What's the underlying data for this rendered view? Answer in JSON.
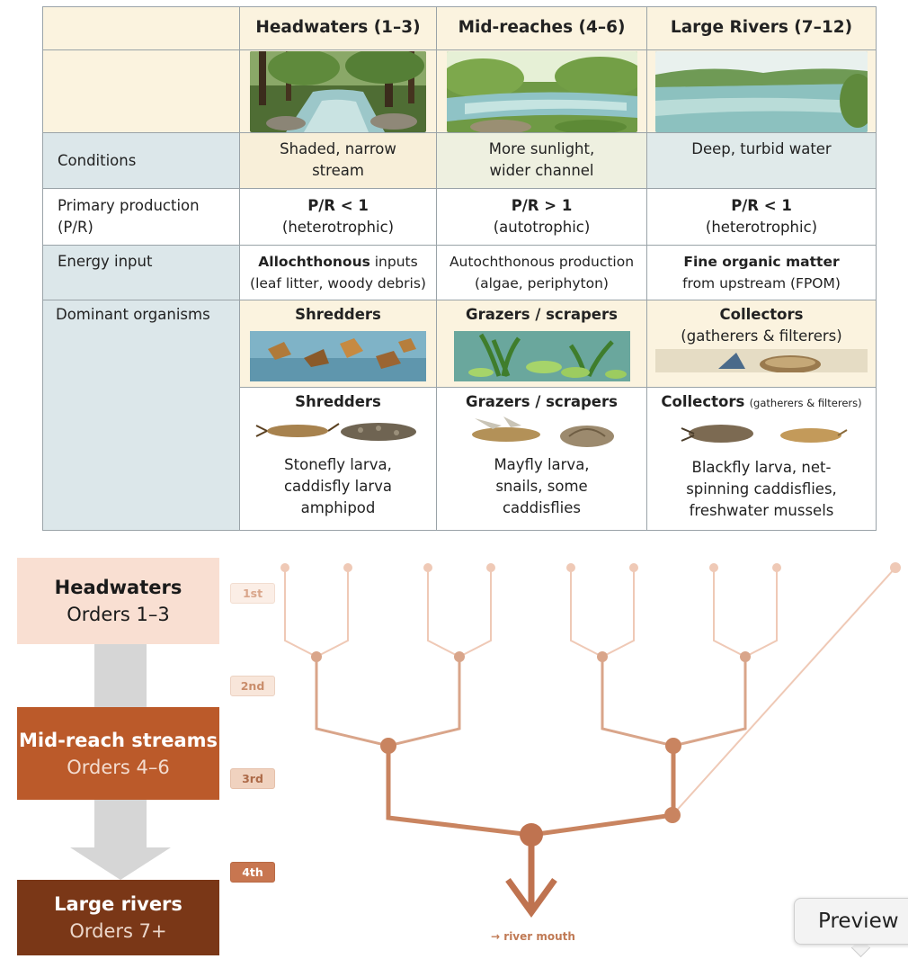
{
  "table": {
    "columns": [
      "Headwaters (1–3)",
      "Mid-reaches (4–6)",
      "Large Rivers (7–12)"
    ],
    "rows": {
      "conditions": {
        "label": "Conditions",
        "values": [
          "Shaded, narrow stream",
          "More sunlight, wider channel",
          "Deep, turbid water"
        ]
      },
      "production": {
        "label": "Primary production (P/R)",
        "values": [
          {
            "ratio": "P/R < 1",
            "type": "(heterotrophic)"
          },
          {
            "ratio": "P/R > 1",
            "type": "(autotrophic)"
          },
          {
            "ratio": "P/R < 1",
            "type": "(heterotrophic)"
          }
        ]
      },
      "energy": {
        "label": "Energy input",
        "values": [
          {
            "bold": "Allochthonous",
            "rest": " inputs",
            "line2": "(leaf litter, woody debris)"
          },
          {
            "bold": "Autochthonous",
            "rest": " production",
            "line2": "(algae, periphyton)"
          },
          {
            "bold": "Fine organic matter",
            "rest": "",
            "line2": "from upstream (FPOM)"
          }
        ]
      },
      "organisms": {
        "label": "Dominant organisms",
        "groups_top": [
          "Shredders",
          "Grazers / scrapers",
          "Collectors"
        ],
        "collectors_sub": "(gatherers & filterers)",
        "groups_bottom": [
          "Shredders",
          "Grazers / scrapers",
          "Collectors"
        ],
        "collectors_small": "(gatherers & filterers)",
        "examples": [
          "Stonefly larva, caddisfly larva amphipod",
          "Mayfly larva, snails, some caddisflies",
          "Blackfly larva, net-spinning caddisflies, freshwater mussels"
        ]
      }
    }
  },
  "flow": {
    "headwaters": {
      "title": "Headwaters",
      "orders": "Orders 1–3"
    },
    "mid": {
      "title": "Mid-reach streams",
      "orders": "Orders 4–6"
    },
    "large": {
      "title": "Large rivers",
      "orders": "Orders 7+"
    }
  },
  "orders": [
    "1st",
    "2nd",
    "3rd",
    "4th"
  ],
  "river_mouth": "→ river mouth",
  "preview_label": "Preview",
  "colors": {
    "header_bg": "#fbf3df",
    "label_bg": "#dce7ea",
    "headwaters_box": "#f9dfd2",
    "mid_box": "#bb5a2a",
    "large_box": "#7a3717",
    "stream_light": "#efc9b6",
    "stream_mid": "#d9a58a",
    "stream_dark": "#bf7350",
    "arrow_grey": "#d6d6d6"
  }
}
